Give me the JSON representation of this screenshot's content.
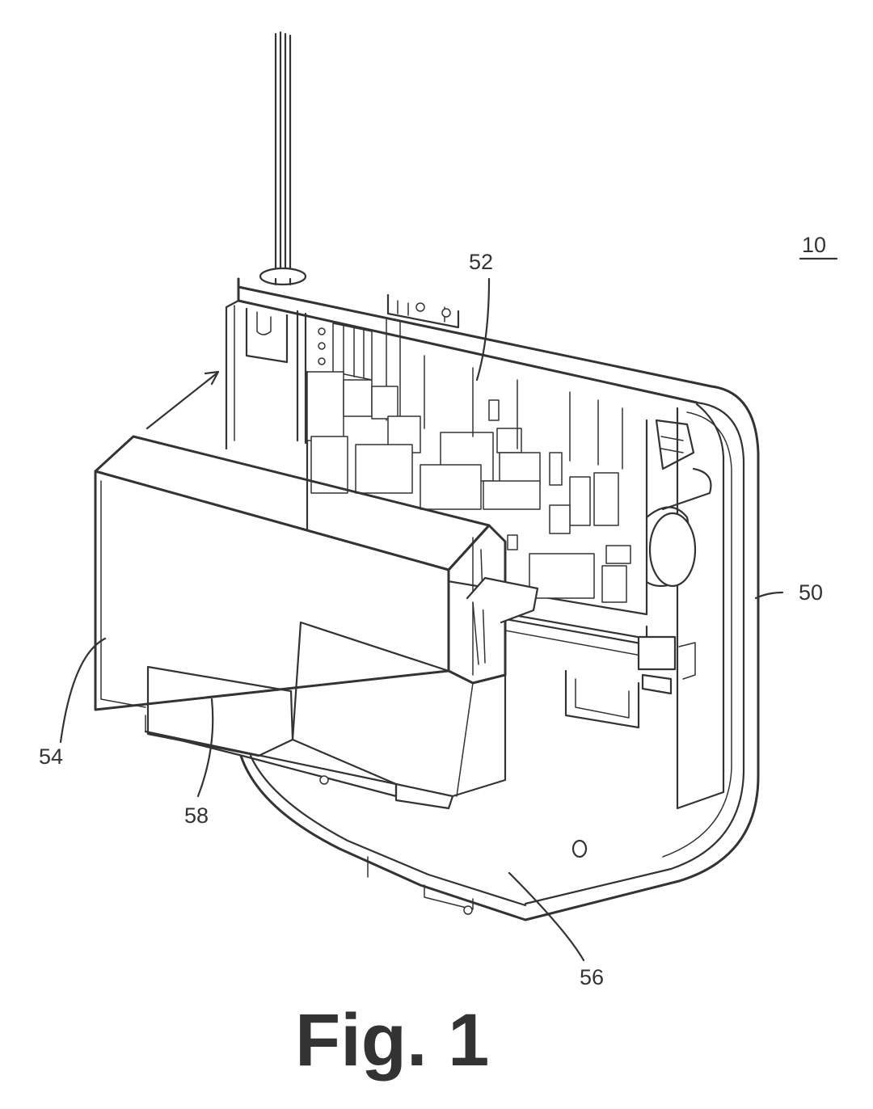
{
  "figure": {
    "caption": "Fig. 1",
    "labels": {
      "device": "10",
      "housing": "50",
      "circuit_board": "52",
      "cover": "54",
      "cavity": "56",
      "pad": "58"
    }
  },
  "colors": {
    "ink": "#333333",
    "background": "#ffffff"
  }
}
